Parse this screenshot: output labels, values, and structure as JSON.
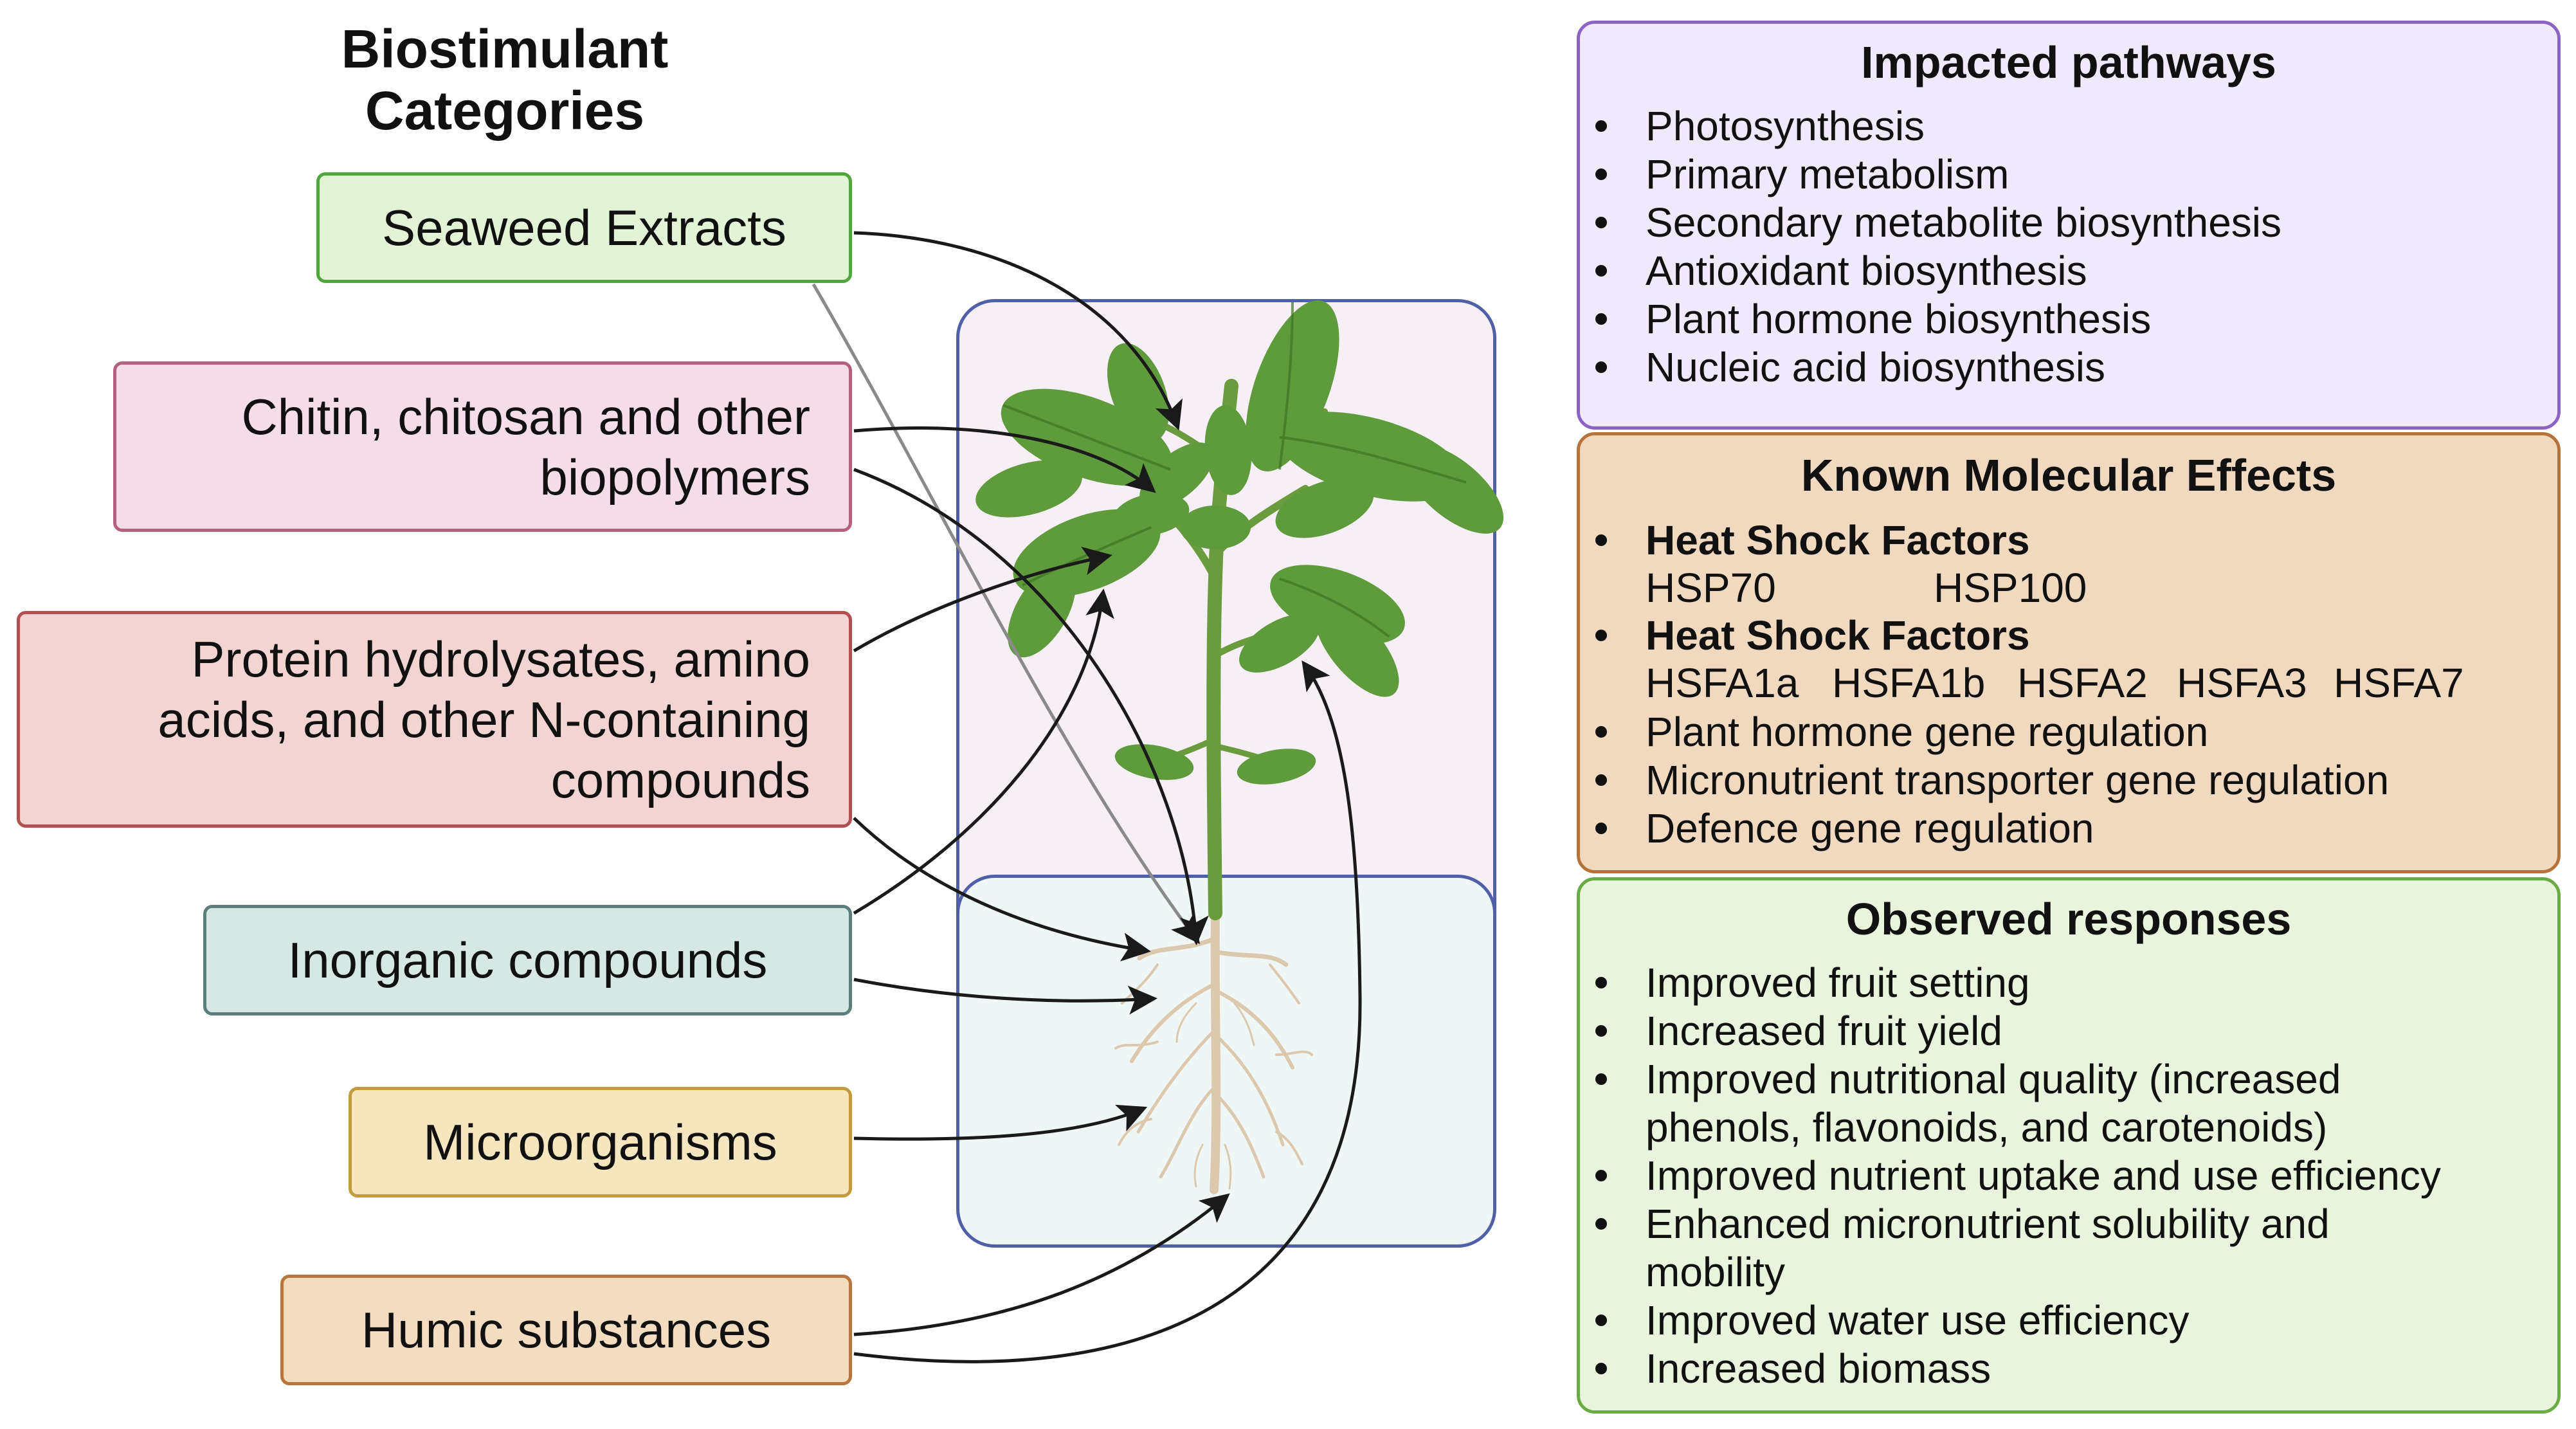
{
  "title": {
    "line1": "Biostimulant",
    "line2": "Categories"
  },
  "categories": [
    {
      "id": "seaweed",
      "lines": [
        "Seaweed Extracts"
      ],
      "bg": "#e2f3d6",
      "border": "#4ea63c"
    },
    {
      "id": "chitin",
      "lines": [
        "Chitin, chitosan and other",
        "biopolymers"
      ],
      "bg": "#f4dde8",
      "border": "#b4607f"
    },
    {
      "id": "protein",
      "lines": [
        "Protein hydrolysates, amino",
        "acids, and other N-containing",
        "compounds"
      ],
      "bg": "#f2d4d3",
      "border": "#b0504f"
    },
    {
      "id": "inorganic",
      "lines": [
        "Inorganic compounds"
      ],
      "bg": "#d6e7e4",
      "border": "#5b7f7a"
    },
    {
      "id": "microorganisms",
      "lines": [
        "Microorganisms"
      ],
      "bg": "#f6e6bf",
      "border": "#c49a3f"
    },
    {
      "id": "humic",
      "lines": [
        "Humic substances"
      ],
      "bg": "#f4dcc0",
      "border": "#b6763e"
    }
  ],
  "zones": {
    "shoot_bg": "#f7eff6",
    "root_bg": "#eef7f6",
    "border": "#4f5fa8"
  },
  "colors": {
    "arrow": "#1a1a1a",
    "arrow_light": "#8a8a8a",
    "leaf": "#5f9a3c",
    "leaf_dark": "#3f7424",
    "stem": "#6a9b3c",
    "root": "#dcc8ad"
  },
  "panels": {
    "pathways": {
      "title": "Impacted pathways",
      "bg": "#f0e9fb",
      "border": "#8a64c2",
      "items": [
        "Photosynthesis",
        "Primary metabolism",
        "Secondary metabolite biosynthesis",
        "Antioxidant biosynthesis",
        "Plant hormone biosynthesis",
        "Nucleic acid biosynthesis"
      ]
    },
    "molecular": {
      "title": "Known Molecular Effects",
      "bg": "#f1d9bf",
      "border": "#b4733a",
      "hsp_header": "Heat Shock Factors",
      "hsp_values": [
        "HSP70",
        "HSP100"
      ],
      "hsf_header": "Heat Shock Factors",
      "hsf_values": [
        "HSFA1a",
        "HSFA1b",
        "HSFA2",
        "HSFA3",
        "HSFA7"
      ],
      "items": [
        "Plant hormone gene regulation",
        "Micronutrient transporter gene regulation",
        "Defence gene regulation"
      ]
    },
    "responses": {
      "title": "Observed responses",
      "bg": "#e9f4dd",
      "border": "#6aab45",
      "items": [
        {
          "lines": [
            "Improved fruit setting"
          ]
        },
        {
          "lines": [
            "Increased fruit yield"
          ]
        },
        {
          "lines": [
            "Improved nutritional quality (increased",
            "phenols, flavonoids, and carotenoids)"
          ]
        },
        {
          "lines": [
            "Improved nutrient uptake and use efficiency"
          ]
        },
        {
          "lines": [
            "Enhanced micronutrient solubility and",
            "mobility"
          ]
        },
        {
          "lines": [
            "Improved water use efficiency"
          ]
        },
        {
          "lines": [
            "Increased biomass"
          ]
        }
      ]
    }
  }
}
